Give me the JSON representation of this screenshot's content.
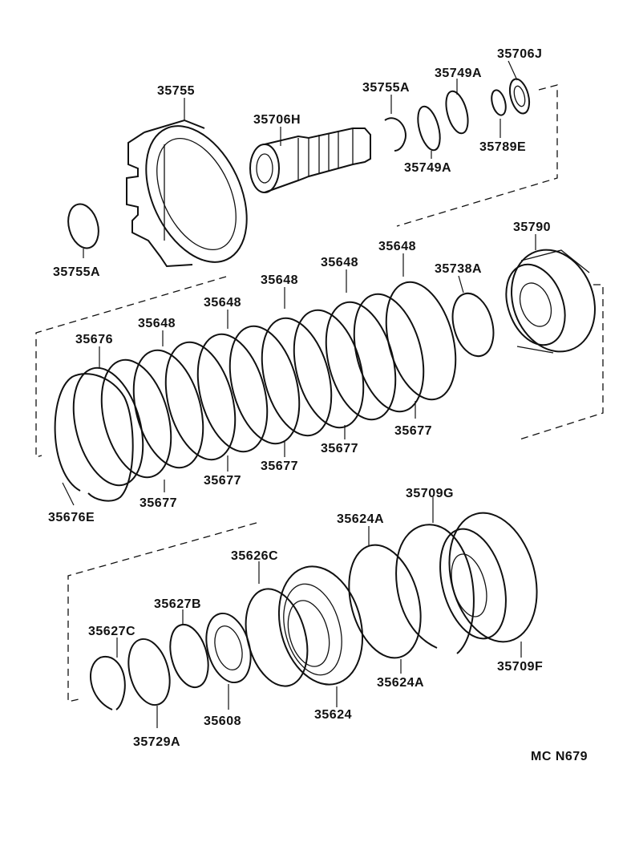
{
  "diagram": {
    "code": "MC N679",
    "parts": {
      "p35755": "35755",
      "p35755A_top": "35755A",
      "p35755A_left": "35755A",
      "p35706H": "35706H",
      "p35706J": "35706J",
      "p35749A_top": "35749A",
      "p35749A_bottom": "35749A",
      "p35789E": "35789E",
      "p35790": "35790",
      "p35738A": "35738A",
      "p35648_1": "35648",
      "p35648_2": "35648",
      "p35648_3": "35648",
      "p35648_4": "35648",
      "p35648_5": "35648",
      "p35676": "35676",
      "p35676E": "35676E",
      "p35677_1": "35677",
      "p35677_2": "35677",
      "p35677_3": "35677",
      "p35677_4": "35677",
      "p35677_5": "35677",
      "p35709G": "35709G",
      "p35709F": "35709F",
      "p35624A_top": "35624A",
      "p35624A_bottom": "35624A",
      "p35624": "35624",
      "p35626C": "35626C",
      "p35627B": "35627B",
      "p35627C": "35627C",
      "p35608": "35608",
      "p35729A": "35729A"
    }
  }
}
